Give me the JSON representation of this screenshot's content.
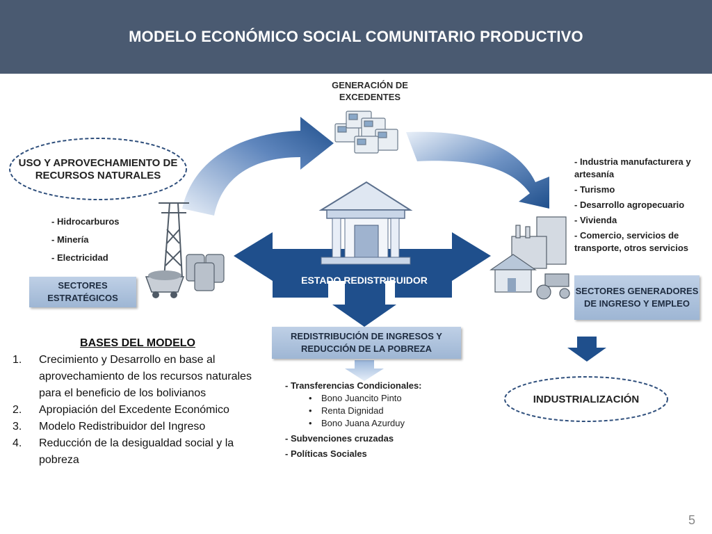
{
  "header": {
    "title": "MODELO ECONÓMICO SOCIAL COMUNITARIO PRODUCTIVO"
  },
  "diagram": {
    "generacion": "GENERACIÓN DE EXCEDENTES",
    "uso": "USO Y APROVECHAMIENTO DE RECURSOS NATURALES",
    "left_items": [
      "- Hidrocarburos",
      "- Minería",
      "- Electricidad"
    ],
    "sectores_estrategicos": "SECTORES ESTRATÉGICOS",
    "estado": "ESTADO REDISTRIBUIDOR",
    "right_items": [
      "- Industria manufacturera y artesanía",
      "- Turismo",
      "- Desarrollo agropecuario",
      "- Vivienda",
      "- Comercio, servicios de transporte, otros servicios"
    ],
    "sectores_generadores": "SECTORES GENERADORES DE INGRESO Y EMPLEO",
    "redistribucion": "REDISTRIBUCIÓN DE INGRESOS Y REDUCCIÓN DE LA POBREZA",
    "transferencias": "- Transferencias Condicionales:",
    "bonos": [
      "Bono Juancito Pinto",
      "Renta Dignidad",
      "Bono Juana Azurduy"
    ],
    "subvenciones": "- Subvenciones cruzadas",
    "politicas": "- Políticas Sociales",
    "industrializacion": "INDUSTRIALIZACIÓN"
  },
  "bases": {
    "title": "BASES DEL MODELO",
    "items": [
      {
        "num": "1.",
        "text": "Crecimiento y Desarrollo en base al aprovechamiento de los recursos naturales para el beneficio de los bolivianos"
      },
      {
        "num": "2.",
        "text": "Apropiación del Excedente Económico"
      },
      {
        "num": "3.",
        "text": "Modelo Redistribuidor del Ingreso"
      },
      {
        "num": "4.",
        "text": "Reducción de la desigualdad social y la pobreza"
      }
    ]
  },
  "page_number": "5",
  "colors": {
    "header": "#4a5a71",
    "arrow": "#1f4f8c",
    "box": "#b0c4de"
  }
}
